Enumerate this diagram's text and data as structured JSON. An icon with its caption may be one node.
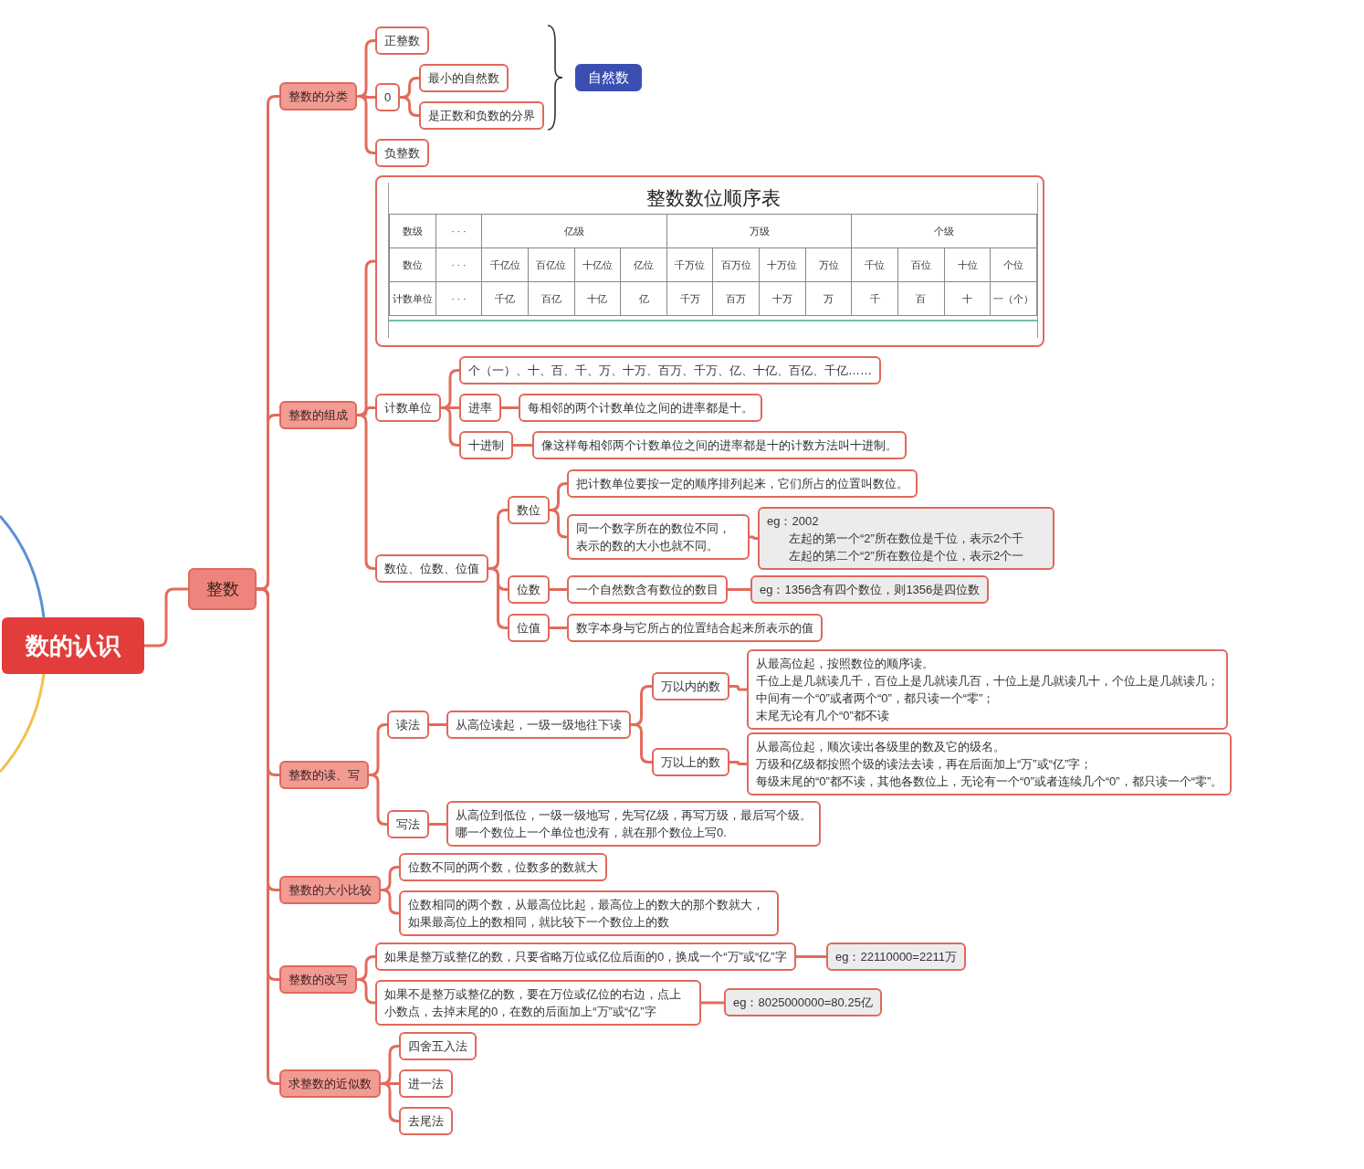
{
  "diagram": {
    "nodes": [
      {
        "text": [
          "数的认识"
        ]
      },
      {
        "text": [
          "整数"
        ]
      },
      {
        "text": [
          "整数的分类"
        ]
      },
      {
        "text": [
          "正整数"
        ]
      },
      {
        "text": [
          "0"
        ]
      },
      {
        "text": [
          "最小的自然数"
        ]
      },
      {
        "text": [
          "是正数和负数的分界"
        ]
      },
      {
        "text": [
          "负整数"
        ]
      },
      {
        "text": [
          "自然数"
        ]
      },
      {
        "text": [
          "整数的组成"
        ]
      },
      {
        "text": [
          "整数数位顺序表"
        ]
      },
      {
        "text": [
          "计数单位"
        ]
      },
      {
        "text": [
          "个（一）、十、百、千、万、十万、百万、千万、亿、十亿、百亿、千亿……"
        ]
      },
      {
        "text": [
          "进率"
        ]
      },
      {
        "text": [
          "每相邻的两个计数单位之间的进率都是十。"
        ]
      },
      {
        "text": [
          "十进制"
        ]
      },
      {
        "text": [
          "像这样每相邻两个计数单位之间的进率都是十的计数方法叫十进制。"
        ]
      },
      {
        "text": [
          "数位、位数、位值"
        ]
      },
      {
        "text": [
          "数位"
        ]
      },
      {
        "text": [
          "把计数单位要按一定的顺序排列起来，它们所占的位置叫数位。"
        ]
      },
      {
        "text": [
          "同一个数字所在的数位不同，表示的数的大小也就不同。"
        ]
      },
      {
        "text": [
          "eg：2002",
          "左起的第一个“2”所在数位是千位，表示2个千",
          "左起的第二个“2”所在数位是个位，表示2个一"
        ]
      },
      {
        "text": [
          "位数"
        ]
      },
      {
        "text": [
          "一个自然数含有数位的数目"
        ]
      },
      {
        "text": [
          "eg：1356含有四个数位，则1356是四位数"
        ]
      },
      {
        "text": [
          "位值"
        ]
      },
      {
        "text": [
          "数字本身与它所占的位置结合起来所表示的值"
        ]
      },
      {
        "text": [
          "整数的读、写"
        ]
      },
      {
        "text": [
          "读法"
        ]
      },
      {
        "text": [
          "从高位读起，一级一级地往下读"
        ]
      },
      {
        "text": [
          "万以内的数"
        ]
      },
      {
        "text": [
          "从最高位起，按照数位的顺序读。",
          "千位上是几就读几千，百位上是几就读几百，十位上是几就读几十，个位上是几就读几；",
          "中间有一个“0”或者两个“0”，都只读一个“零”；",
          "末尾无论有几个“0”都不读"
        ]
      },
      {
        "text": [
          "万以上的数"
        ]
      },
      {
        "text": [
          "从最高位起，顺次读出各级里的数及它的级名。",
          "万级和亿级都按照个级的读法去读，再在后面加上“万”或“亿”字；",
          "每级末尾的“0”都不读，其他各数位上，无论有一个“0”或者连续几个“0”，都只读一个“零”。"
        ]
      },
      {
        "text": [
          "写法"
        ]
      },
      {
        "text": [
          "从高位到低位，一级一级地写，先写亿级，再写万级，最后写个级。",
          "哪一个数位上一个单位也没有，就在那个数位上写0."
        ]
      },
      {
        "text": [
          "整数的大小比较"
        ]
      },
      {
        "text": [
          "位数不同的两个数，位数多的数就大"
        ]
      },
      {
        "text": [
          "位数相同的两个数，从最高位比起，最高位上的数大的那个数就大，如果最高位上的数相同，就比较下一个数位上的数"
        ]
      },
      {
        "text": [
          "整数的改写"
        ]
      },
      {
        "text": [
          "如果是整万或整亿的数，只要省略万位或亿位后面的0，换成一个“万”或“亿”字"
        ]
      },
      {
        "text": [
          "eg：22110000=2211万"
        ]
      },
      {
        "text": [
          "如果不是整万或整亿的数，要在万位或亿位的右边，点上小数点，去掉末尾的0，在数的后面加上“万”或“亿”字"
        ]
      },
      {
        "text": [
          "eg：8025000000=80.25亿"
        ]
      },
      {
        "text": [
          "求整数的近似数"
        ]
      },
      {
        "text": [
          "四舍五入法"
        ]
      },
      {
        "text": [
          "进一法"
        ]
      },
      {
        "text": [
          "去尾法"
        ]
      }
    ],
    "edges": [
      {
        "from": 0,
        "to": 1,
        "arrow": "none"
      },
      {
        "from": 1,
        "to": 2,
        "arrow": "none"
      },
      {
        "from": 1,
        "to": 9,
        "arrow": "none"
      },
      {
        "from": 1,
        "to": 27,
        "arrow": "none"
      },
      {
        "from": 1,
        "to": 36,
        "arrow": "none"
      },
      {
        "from": 1,
        "to": 39,
        "arrow": "none"
      },
      {
        "from": 1,
        "to": 44,
        "arrow": "none"
      },
      {
        "from": 2,
        "to": 3,
        "arrow": "none"
      },
      {
        "from": 2,
        "to": 4,
        "arrow": "none"
      },
      {
        "from": 2,
        "to": 7,
        "arrow": "none"
      },
      {
        "from": 4,
        "to": 5,
        "arrow": "none"
      },
      {
        "from": 4,
        "to": 6,
        "arrow": "none"
      },
      {
        "from": 9,
        "to": 10,
        "arrow": "none"
      },
      {
        "from": 9,
        "to": 11,
        "arrow": "none"
      },
      {
        "from": 9,
        "to": 17,
        "arrow": "none"
      },
      {
        "from": 11,
        "to": 12,
        "arrow": "none"
      },
      {
        "from": 11,
        "to": 13,
        "arrow": "none"
      },
      {
        "from": 11,
        "to": 15,
        "arrow": "none"
      },
      {
        "from": 13,
        "to": 14,
        "arrow": "none"
      },
      {
        "from": 15,
        "to": 16,
        "arrow": "none"
      },
      {
        "from": 17,
        "to": 18,
        "arrow": "none"
      },
      {
        "from": 17,
        "to": 22,
        "arrow": "none"
      },
      {
        "from": 17,
        "to": 25,
        "arrow": "none"
      },
      {
        "from": 18,
        "to": 19,
        "arrow": "none"
      },
      {
        "from": 18,
        "to": 20,
        "arrow": "none"
      },
      {
        "from": 20,
        "to": 21,
        "arrow": "none"
      },
      {
        "from": 22,
        "to": 23,
        "arrow": "none"
      },
      {
        "from": 23,
        "to": 24,
        "arrow": "none"
      },
      {
        "from": 25,
        "to": 26,
        "arrow": "none"
      },
      {
        "from": 27,
        "to": 28,
        "arrow": "none"
      },
      {
        "from": 27,
        "to": 34,
        "arrow": "none"
      },
      {
        "from": 28,
        "to": 29,
        "arrow": "none"
      },
      {
        "from": 29,
        "to": 30,
        "arrow": "none"
      },
      {
        "from": 29,
        "to": 32,
        "arrow": "none"
      },
      {
        "from": 30,
        "to": 31,
        "arrow": "none"
      },
      {
        "from": 32,
        "to": 33,
        "arrow": "none"
      },
      {
        "from": 34,
        "to": 35,
        "arrow": "none"
      },
      {
        "from": 36,
        "to": 37,
        "arrow": "none"
      },
      {
        "from": 36,
        "to": 38,
        "arrow": "none"
      },
      {
        "from": 39,
        "to": 40,
        "arrow": "none"
      },
      {
        "from": 39,
        "to": 42,
        "arrow": "none"
      },
      {
        "from": 40,
        "to": 41,
        "arrow": "none"
      },
      {
        "from": 42,
        "to": 43,
        "arrow": "none"
      },
      {
        "from": 44,
        "to": 45,
        "arrow": "none"
      },
      {
        "from": 44,
        "to": 46,
        "arrow": "none"
      },
      {
        "from": 44,
        "to": 47,
        "arrow": "none"
      },
      {
        "from": 0,
        "to": null,
        "arrow": "none",
        "color": "#5b8fd9"
      },
      {
        "from": 0,
        "to": null,
        "arrow": "none",
        "color": "#f2c14e"
      }
    ],
    "labels": [
      "数级",
      "· · ·",
      "亿级",
      "万级",
      "个级",
      "数位",
      "· · ·",
      "千亿位",
      "百亿位",
      "十亿位",
      "亿位",
      "千万位",
      "百万位",
      "十万位",
      "万位",
      "千位",
      "百位",
      "十位",
      "个位",
      "计数单位",
      "· · ·",
      "千亿",
      "百亿",
      "十亿",
      "亿",
      "千万",
      "百万",
      "十万",
      "万",
      "千",
      "百",
      "十",
      "一（个）"
    ]
  }
}
